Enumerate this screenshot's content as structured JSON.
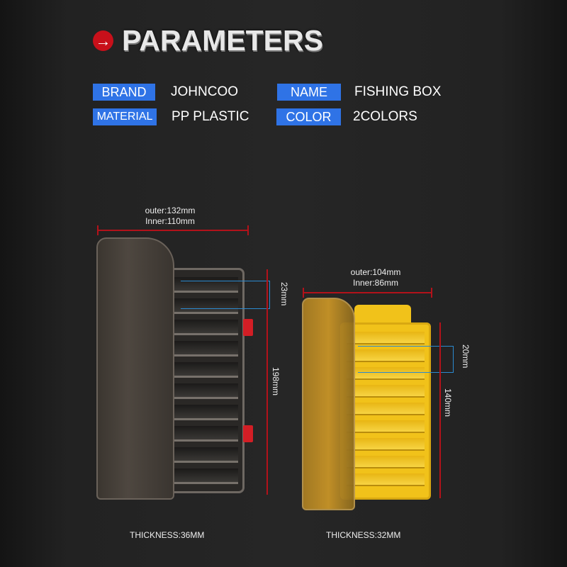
{
  "header": {
    "title": "PARAMETERS",
    "icon": "arrow-right-circle-icon",
    "accent": "#c8101a"
  },
  "params": [
    {
      "label": "BRAND",
      "value": "JOHNCOO"
    },
    {
      "label": "NAME",
      "value": "FISHING BOX"
    },
    {
      "label": "MATERIAL",
      "value": "PP PLASTIC"
    },
    {
      "label": "COLOR",
      "value": "2COLORS"
    }
  ],
  "tag_color": "#2f73e6",
  "large_box": {
    "outer": "outer:132mm",
    "inner": "Inner:110mm",
    "slot_height": "23mm",
    "height": "198mm",
    "thickness": "THICKNESS:36MM",
    "color": "#4e4740"
  },
  "small_box": {
    "outer": "outer:104mm",
    "inner": "Inner:86mm",
    "slot_height": "20mm",
    "height": "140mm",
    "thickness": "THICKNESS:32MM",
    "color": "#f1c21a"
  }
}
